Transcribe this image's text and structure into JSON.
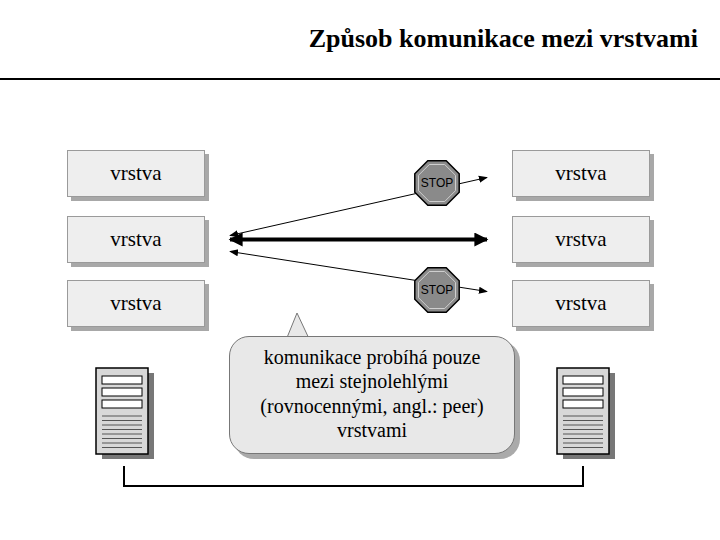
{
  "diagram": {
    "title": "Způsob komunikace mezi vrstvami",
    "nodes": [
      {
        "text": [
          "vrstva"
        ]
      },
      {
        "text": [
          "vrstva"
        ]
      },
      {
        "text": [
          "vrstva"
        ]
      },
      {
        "text": [
          "vrstva"
        ]
      },
      {
        "text": [
          "vrstva"
        ]
      },
      {
        "text": [
          "vrstva"
        ]
      },
      {
        "text": [
          "komunikace probíhá pouze mezi stejnolehlými (rovnocennými, angl.: peer) vrstvami"
        ]
      }
    ],
    "edges": [
      {
        "from": 2,
        "to": 3,
        "arrow": "both"
      },
      {
        "from": 2,
        "to": 1,
        "arrow": "both"
      },
      {
        "from": 2,
        "to": 5,
        "arrow": "both"
      }
    ],
    "labels": [
      "STOP",
      "STOP"
    ]
  }
}
